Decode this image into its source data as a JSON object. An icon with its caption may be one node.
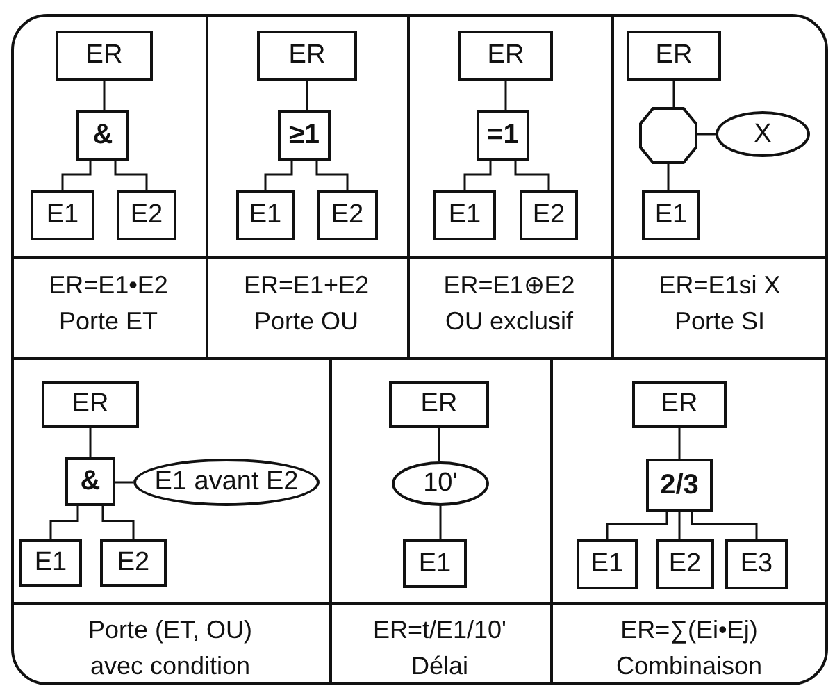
{
  "diagram": {
    "nodes": [
      {
        "text": [
          "ER"
        ]
      },
      {
        "text": [
          "&"
        ]
      },
      {
        "text": [
          "E1"
        ]
      },
      {
        "text": [
          "E2"
        ]
      },
      {
        "text": [
          "ER"
        ]
      },
      {
        "text": [
          "≥1"
        ]
      },
      {
        "text": [
          "E1"
        ]
      },
      {
        "text": [
          "E2"
        ]
      },
      {
        "text": [
          "ER"
        ]
      },
      {
        "text": [
          "=1"
        ]
      },
      {
        "text": [
          "E1"
        ]
      },
      {
        "text": [
          "E2"
        ]
      },
      {
        "text": [
          "ER"
        ]
      },
      {
        "text": [],
        "shape": "hexagon"
      },
      {
        "text": [
          "X"
        ]
      },
      {
        "text": [
          "E1"
        ]
      },
      {
        "text": [
          "ER"
        ]
      },
      {
        "text": [
          "&"
        ]
      },
      {
        "text": [
          "E1 avant E2"
        ]
      },
      {
        "text": [
          "E1"
        ]
      },
      {
        "text": [
          "E2"
        ]
      },
      {
        "text": [
          "ER"
        ]
      },
      {
        "text": [
          "10'"
        ]
      },
      {
        "text": [
          "E1"
        ]
      },
      {
        "text": [
          "ER"
        ]
      },
      {
        "text": [
          "2/3"
        ]
      },
      {
        "text": [
          "E1"
        ]
      },
      {
        "text": [
          "E2"
        ]
      },
      {
        "text": [
          "E3"
        ]
      }
    ],
    "edges": [
      {
        "from": 1,
        "to": 0,
        "arrow": "none"
      },
      {
        "from": 2,
        "to": 1,
        "arrow": "none"
      },
      {
        "from": 3,
        "to": 1,
        "arrow": "none"
      },
      {
        "from": 5,
        "to": 4,
        "arrow": "none"
      },
      {
        "from": 6,
        "to": 5,
        "arrow": "none"
      },
      {
        "from": 7,
        "to": 5,
        "arrow": "none"
      },
      {
        "from": 9,
        "to": 8,
        "arrow": "none"
      },
      {
        "from": 10,
        "to": 9,
        "arrow": "none"
      },
      {
        "from": 11,
        "to": 9,
        "arrow": "none"
      },
      {
        "from": 13,
        "to": 12,
        "arrow": "none"
      },
      {
        "from": 14,
        "to": 13,
        "arrow": "none"
      },
      {
        "from": 15,
        "to": 13,
        "arrow": "none"
      },
      {
        "from": 17,
        "to": 16,
        "arrow": "none"
      },
      {
        "from": 18,
        "to": 17,
        "arrow": "none"
      },
      {
        "from": 19,
        "to": 17,
        "arrow": "none"
      },
      {
        "from": 20,
        "to": 17,
        "arrow": "none"
      },
      {
        "from": 22,
        "to": 21,
        "arrow": "none"
      },
      {
        "from": 23,
        "to": 22,
        "arrow": "none"
      },
      {
        "from": 25,
        "to": 24,
        "arrow": "none"
      },
      {
        "from": 26,
        "to": 25,
        "arrow": "none"
      },
      {
        "from": 27,
        "to": 25,
        "arrow": "none"
      },
      {
        "from": 28,
        "to": 25,
        "arrow": "none"
      }
    ],
    "labels": [
      "ER=E1•E2",
      "Porte ET",
      "ER=E1+E2",
      "Porte OU",
      "ER=E1⊕E2",
      "OU exclusif",
      "ER=E1si X",
      "Porte SI",
      "Porte (ET, OU)",
      "avec condition",
      "ER=t/E1/10'",
      "Délai",
      "ER=∑(Ei•Ej)",
      "Combinaison"
    ]
  }
}
